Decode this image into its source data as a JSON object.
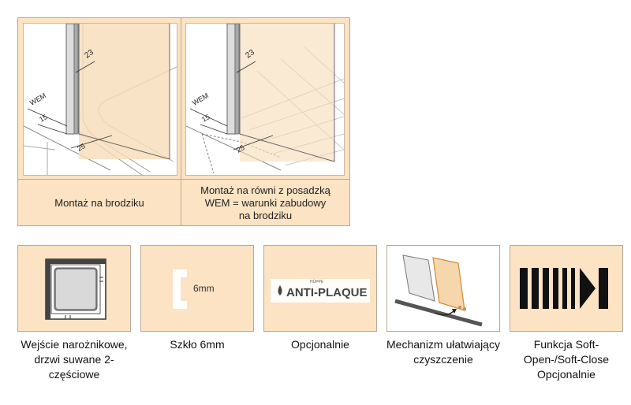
{
  "installation": {
    "left_caption": "Montaż na brodziku",
    "right_caption_line1": "Montaż na równi z posadzką",
    "right_caption_line2": "WEM = warunki zabudowy",
    "right_caption_line3": "na brodziku",
    "dims": {
      "gap": "23",
      "side": "15",
      "bottom": "25",
      "wem": "WEM"
    }
  },
  "features": [
    {
      "label": "Wejście narożnikowe, drzwi suwane 2-częściowe",
      "icon": "corner-entry-icon"
    },
    {
      "label": "Szkło 6mm",
      "icon": "glass-6mm-icon",
      "badge": "6mm"
    },
    {
      "label": "Opcjonalnie",
      "icon": "anti-plaque-icon",
      "badge": "ANTI-PLAQUE",
      "small": "HÜPPE"
    },
    {
      "label": "Mechanizm ułatwiający czyszczenie",
      "icon": "cleaning-mechanism-icon"
    },
    {
      "label": "Funkcja Soft-Open-/Soft-Close Opcjonalnie",
      "icon": "soft-close-icon"
    }
  ]
}
